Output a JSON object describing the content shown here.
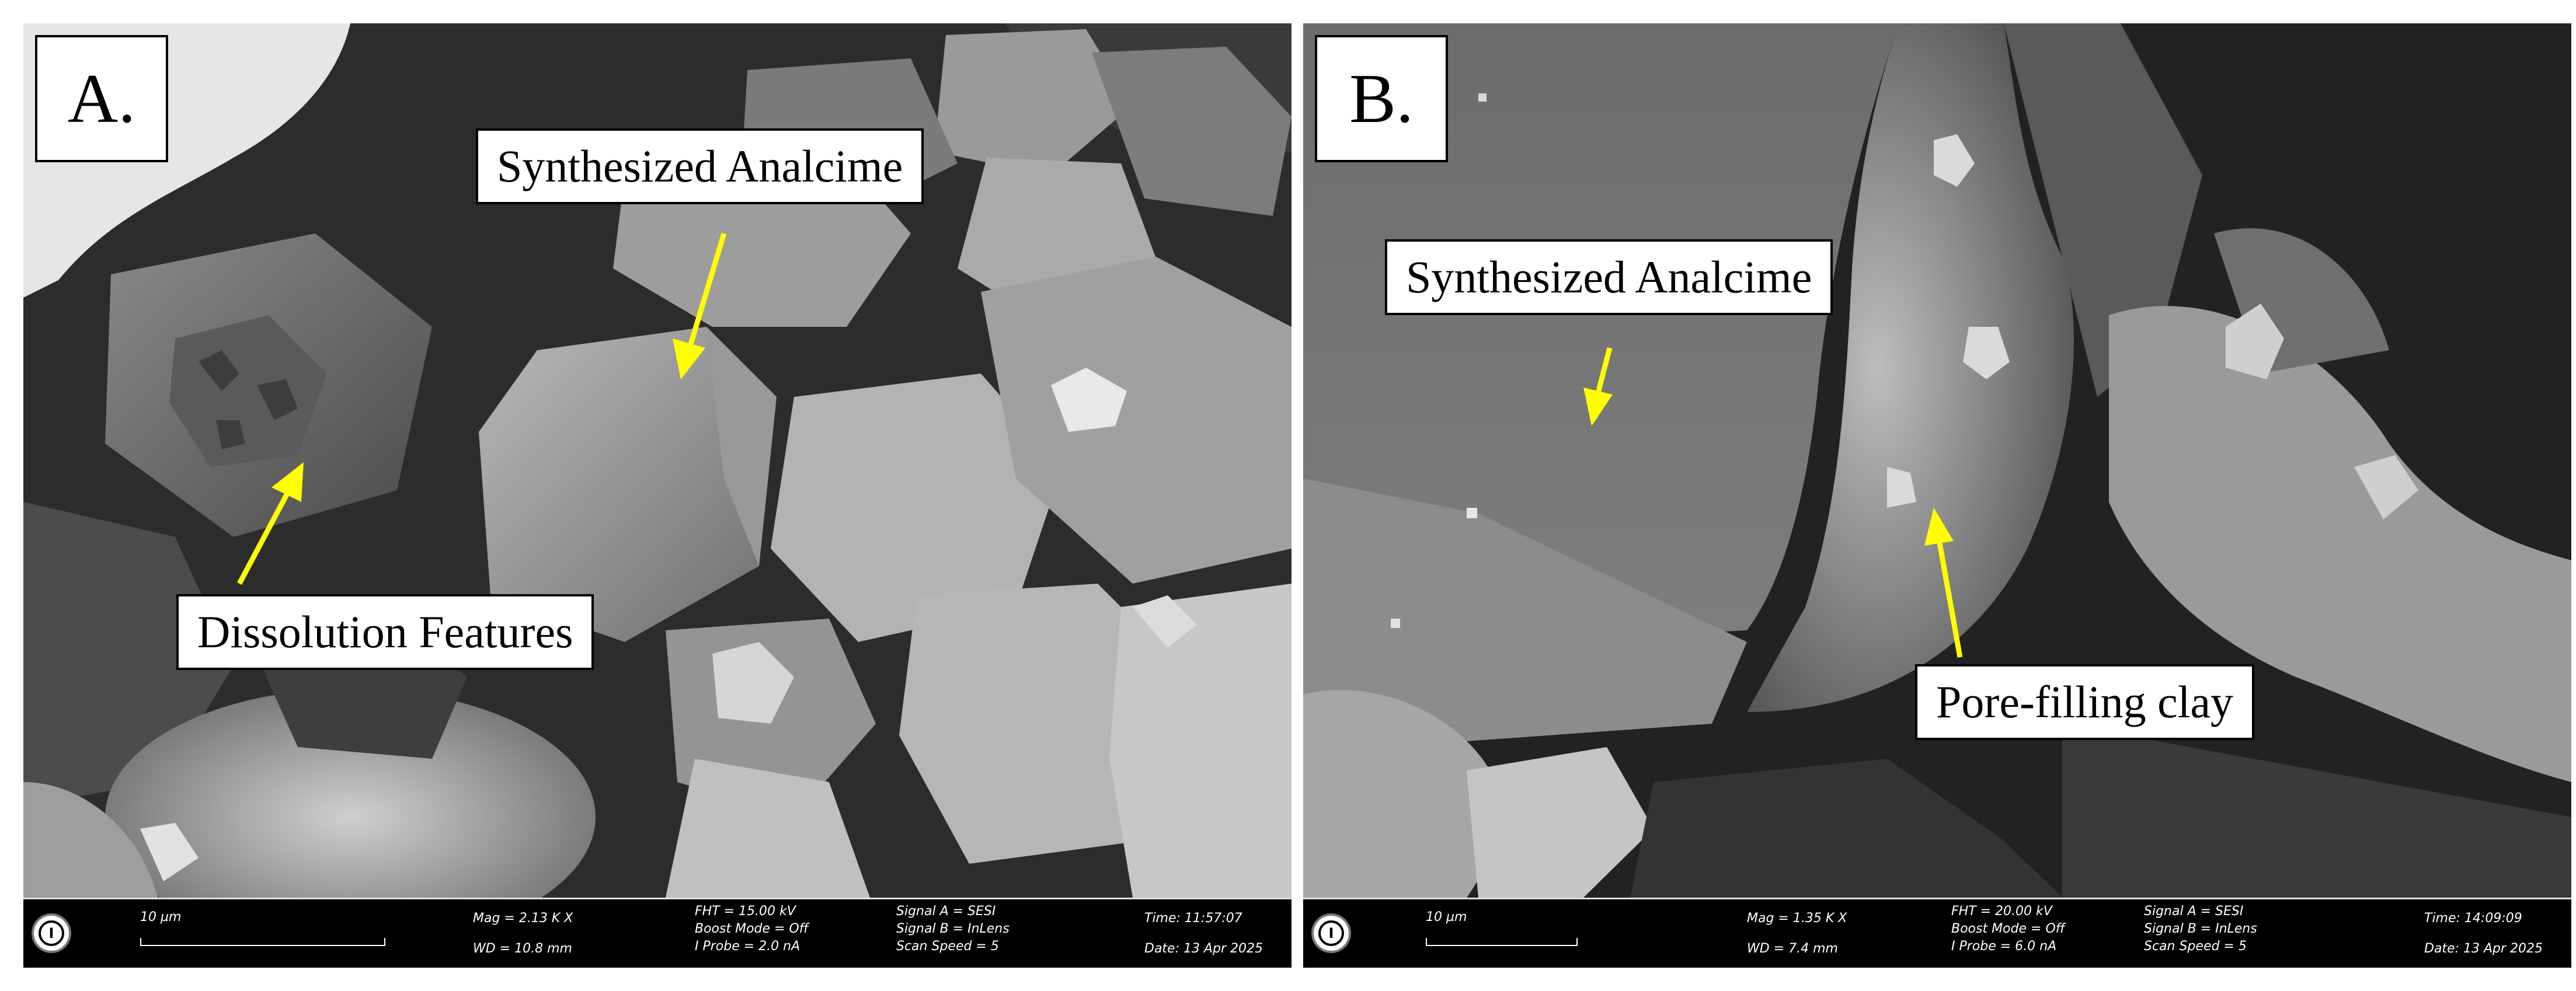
{
  "panels": [
    {
      "id": "A",
      "letter": "A.",
      "labels": {
        "synthesized": "Synthesized Analcime",
        "dissolution": "Dissolution Features"
      },
      "databar": {
        "scale": "10 µm",
        "mag": "Mag =   2.13 K X",
        "wd": "WD = 10.8 mm",
        "fht": "FHT = 15.00 kV",
        "boost": "Boost Mode = Off",
        "iprobe": "I Probe =   2.0 nA",
        "signal_a": "Signal A = SESI",
        "signal_b": "Signal B = InLens",
        "scan": "Scan Speed = 5",
        "time": "Time: 11:57:07",
        "date": "Date: 13 Apr 2025"
      }
    },
    {
      "id": "B",
      "letter": "B.",
      "labels": {
        "synthesized": "Synthesized Analcime",
        "clay": "Pore-filling clay"
      },
      "databar": {
        "scale": "10 µm",
        "mag": "Mag =   1.35 K X",
        "wd": "WD =   7.4 mm",
        "fht": "FHT = 20.00 kV",
        "boost": "Boost Mode = Off",
        "iprobe": "I Probe =   6.0 nA",
        "signal_a": "Signal A = SESI",
        "signal_b": "Signal B = InLens",
        "scan": "Scan Speed = 5",
        "time": "Time: 14:09:09",
        "date": "Date: 13 Apr 2025"
      }
    }
  ],
  "colors": {
    "arrow": "#ffff00",
    "label_bg": "#ffffff",
    "label_border": "#000000"
  },
  "icons": {
    "databar_logo": "instrument-logo-icon"
  }
}
